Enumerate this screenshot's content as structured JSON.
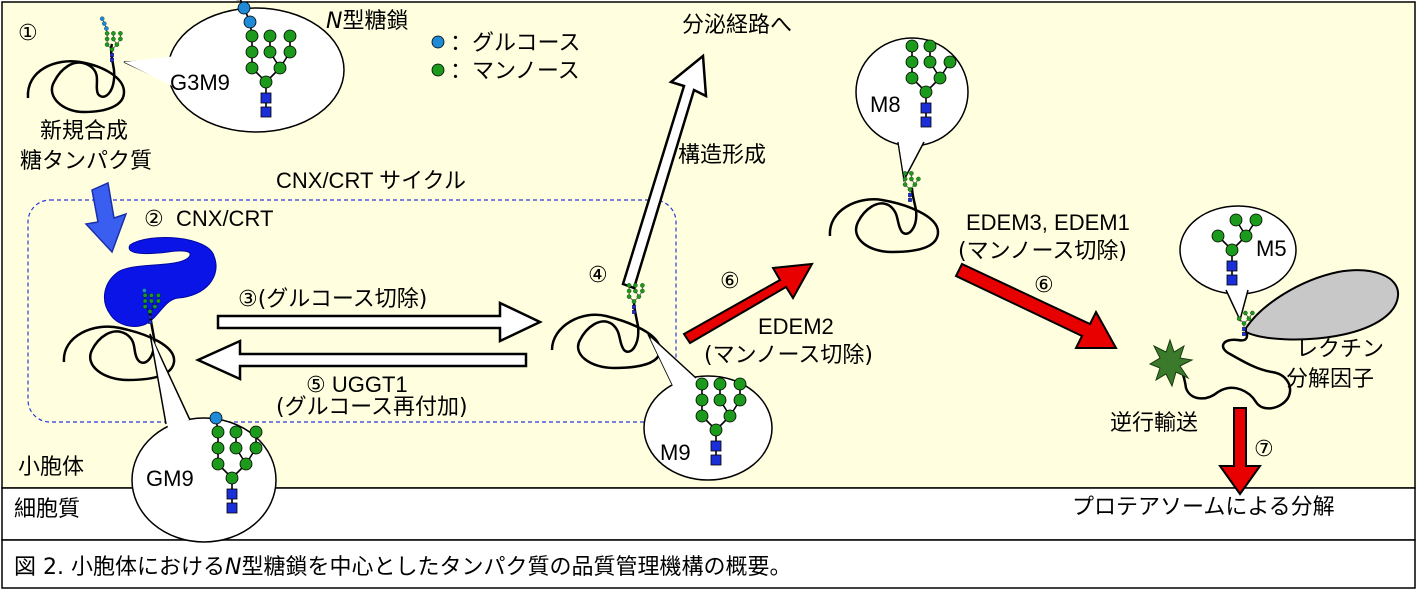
{
  "labels": {
    "n_glycan_italic": "N",
    "n_glycan_rest": "型糖鎖",
    "legend_glucose": "：グルコース",
    "legend_mannose": "：マンノース",
    "to_secretory": "分泌経路へ",
    "structure_formation": "構造形成",
    "step1": "①",
    "new_glycoprotein_1": "新規合成",
    "new_glycoprotein_2": "糖タンパク質",
    "cycle_title": "CNX/CRT サイクル",
    "step2": "②",
    "cnx_crt": "CNX/CRT",
    "step3": "③(グルコース切除)",
    "step5": "⑤ UGGT1",
    "step5_sub": "(グルコース再付加)",
    "step4": "④",
    "step6a": "⑥",
    "edem2": "EDEM2",
    "edem2_sub": "(マンノース切除)",
    "edem31": "EDEM3, EDEM1",
    "edem31_sub": "(マンノース切除)",
    "step6b": "⑥",
    "lectin_1": "レクチン",
    "lectin_2": "分解因子",
    "retro": "逆行輸送",
    "step7": "⑦",
    "proteasome": "プロテアソームによる分解",
    "er": "小胞体",
    "cytoplasm": "細胞質",
    "g3m9": "G3M9",
    "gm9": "GM9",
    "m9": "M9",
    "m8": "M8",
    "m5": "M5",
    "caption_pre": "図 2. 小胞体における",
    "caption_italic": "N",
    "caption_post": "型糖鎖を中心としたタンパク質の品質管理機構の概要。"
  },
  "colors": {
    "er_bg": "#ffffe0",
    "glucose": "#1f8ad8",
    "mannose": "#1b9a1b",
    "glcnac": "#1b2fd8",
    "cnx": "#0a14e6",
    "red_arrow": "#e80000",
    "lectin": "#c8c8c8",
    "misfold": "#3a7a2a",
    "cycle_border": "#2a38d8"
  }
}
